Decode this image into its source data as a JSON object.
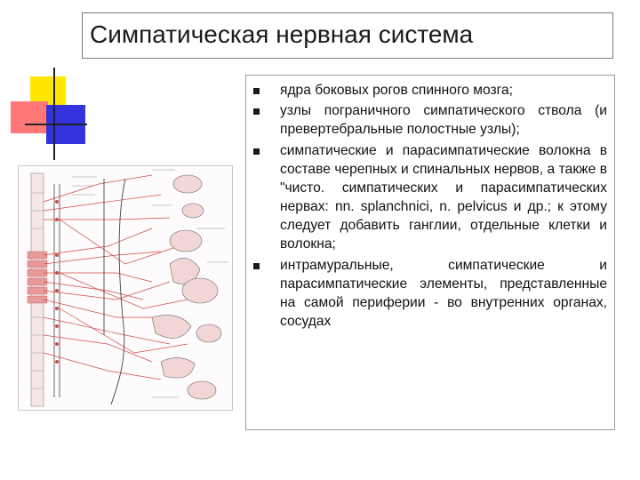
{
  "slide": {
    "title": "Симпатическая нервная система",
    "bullets": [
      {
        "text": "ядра боковых рогов спинного мозга;"
      },
      {
        "text": "узлы пограничного симпатического ствола (и превертебральные полостные узлы);"
      },
      {
        "text": "симпатические и парасимпатические волокна в составе черепных и спинальных нервов, а также в \"чисто. симпатических и парасимпатических нервах: nn. splanchnici, n. pelvicus и др.; к этому следует добавить ганглии, отдельные клетки и волокна;"
      },
      {
        "text": "интрамуральные, симпатические и парасимпатические элементы, представленные на самой периферии - во внутренних органах, сосудах"
      }
    ],
    "figure": {
      "icon": "autonomic-nervous-system-diagram",
      "colors": {
        "nerves": "#d24a4a",
        "cord": "#e08080",
        "lines": "#444444"
      }
    },
    "decoration_colors": {
      "yellow": "#ffe600",
      "red": "#ff7777",
      "blue": "#3333dd"
    }
  }
}
